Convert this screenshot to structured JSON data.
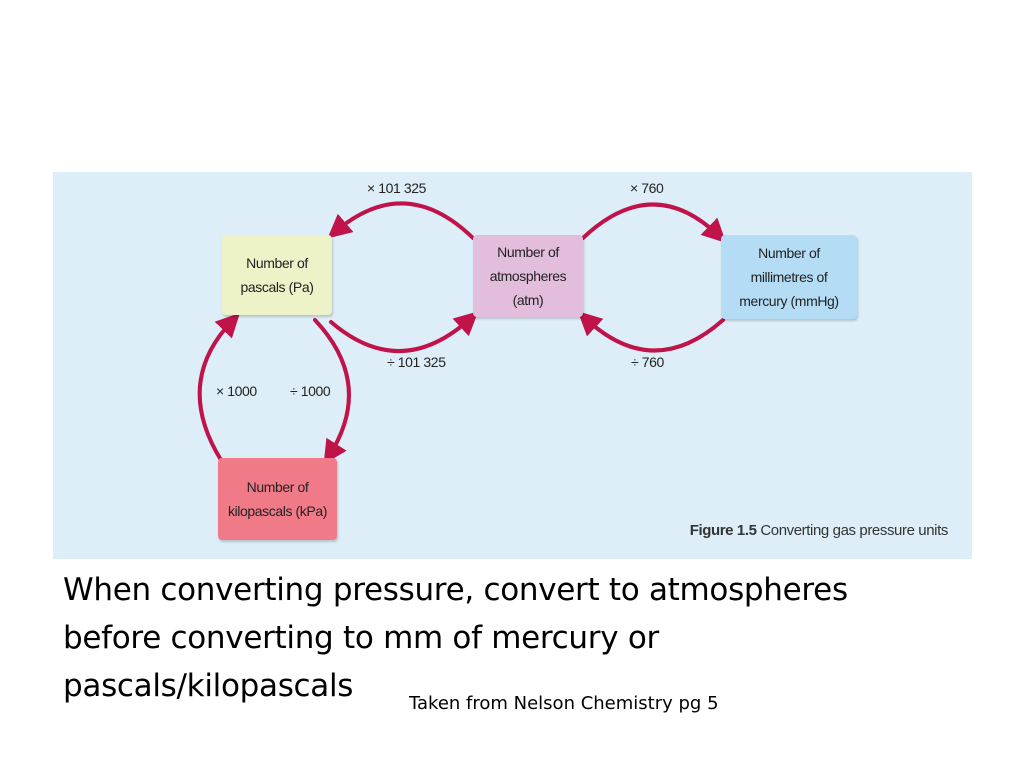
{
  "colors": {
    "figure_bg": "#ddeef8",
    "arrow": "#c0134a",
    "node_pascals": "#eef2c8",
    "node_atmospheres": "#e2bedc",
    "node_mercury": "#b4dcf5",
    "node_kilopascals": "#f07a88"
  },
  "figure": {
    "nodes": {
      "pascals": "Number of\npascals (Pa)",
      "atmospheres": "Number of\natmospheres\n(atm)",
      "mercury": "Number of\nmillimetres of\nmercury (mmHg)",
      "kilopascals": "Number of\nkilopascals (kPa)"
    },
    "labels": {
      "atm_to_pa": "× 101 325",
      "pa_to_atm": "÷ 101 325",
      "atm_to_mmhg": "× 760",
      "mmhg_to_atm": "÷ 760",
      "kpa_to_pa": "× 1000",
      "pa_to_kpa": "÷ 1000"
    },
    "caption_number": "Figure 1.5",
    "caption_text": " Converting gas pressure units"
  },
  "body_text": "When converting pressure, convert to atmospheres before converting to mm of mercury or pascals/kilopascals",
  "source_note": "Taken from Nelson Chemistry pg 5"
}
